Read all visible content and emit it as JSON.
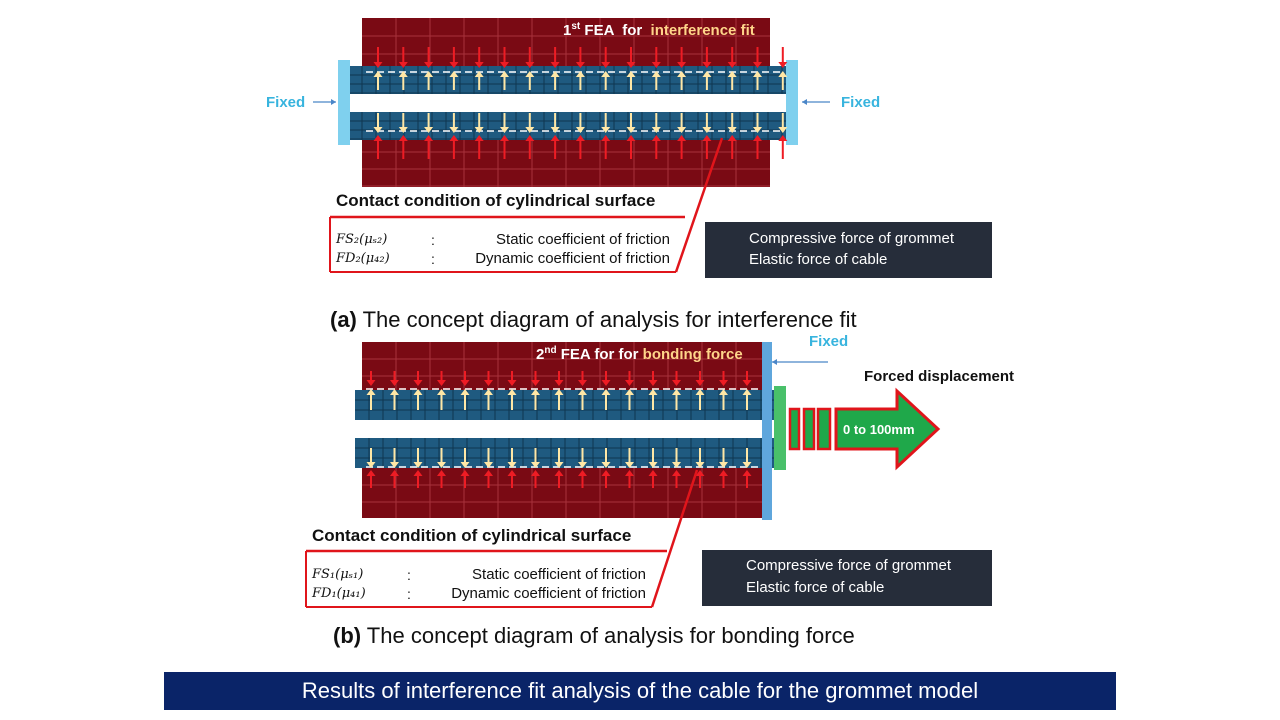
{
  "panel_a": {
    "fea_prefix": "1",
    "fea_sup": "st",
    "fea_mid": " FEA  for  ",
    "fea_highlight": "interference fit",
    "fixed_left": "Fixed",
    "fixed_right": "Fixed",
    "contact_title": "Contact condition of cylindrical surface",
    "rows": [
      {
        "symbol": "FS₂(μₛ₂)",
        "colon": ":",
        "desc": "Static coefficient of friction"
      },
      {
        "symbol": "FD₂(μ₄₂)",
        "colon": ":",
        "desc": "Dynamic coefficient of friction"
      }
    ],
    "legend": {
      "compressive": "Compressive force of grommet",
      "elastic": "Elastic force of cable"
    },
    "caption_letter": "(a)",
    "caption_text": " The concept diagram of analysis for interference fit"
  },
  "panel_b": {
    "fea_prefix": "2",
    "fea_sup": "nd",
    "fea_mid": " FEA for for ",
    "fea_highlight": "bonding force",
    "fixed": "Fixed",
    "forced_label": "Forced  displacement",
    "displacement": "0  to  100mm",
    "contact_title": "Contact condition of cylindrical surface",
    "rows": [
      {
        "symbol": "FS₁(μₛ₁)",
        "colon": ":",
        "desc": "Static coefficient of friction"
      },
      {
        "symbol": "FD₁(μ₄₁)",
        "colon": ":",
        "desc": "Dynamic coefficient of friction"
      }
    ],
    "legend": {
      "compressive": "Compressive force of grommet",
      "elastic": "Elastic force of cable"
    },
    "caption_letter": "(b)",
    "caption_text": " The concept diagram of analysis for bonding force"
  },
  "banner": "Results of interference fit analysis of the cable for the grommet model",
  "colors": {
    "grommet": "#7a0a14",
    "cable": "#1f5a80",
    "fixed_plate": "#7fd0ee",
    "compressive_arrow": "#ee1c24",
    "elastic_arrow": "#ffe7a6",
    "callout_line": "#e0151b",
    "legend_bg": "#262d3a",
    "banner_bg": "#0a2468",
    "forced_arrow": "#1fa84a"
  }
}
